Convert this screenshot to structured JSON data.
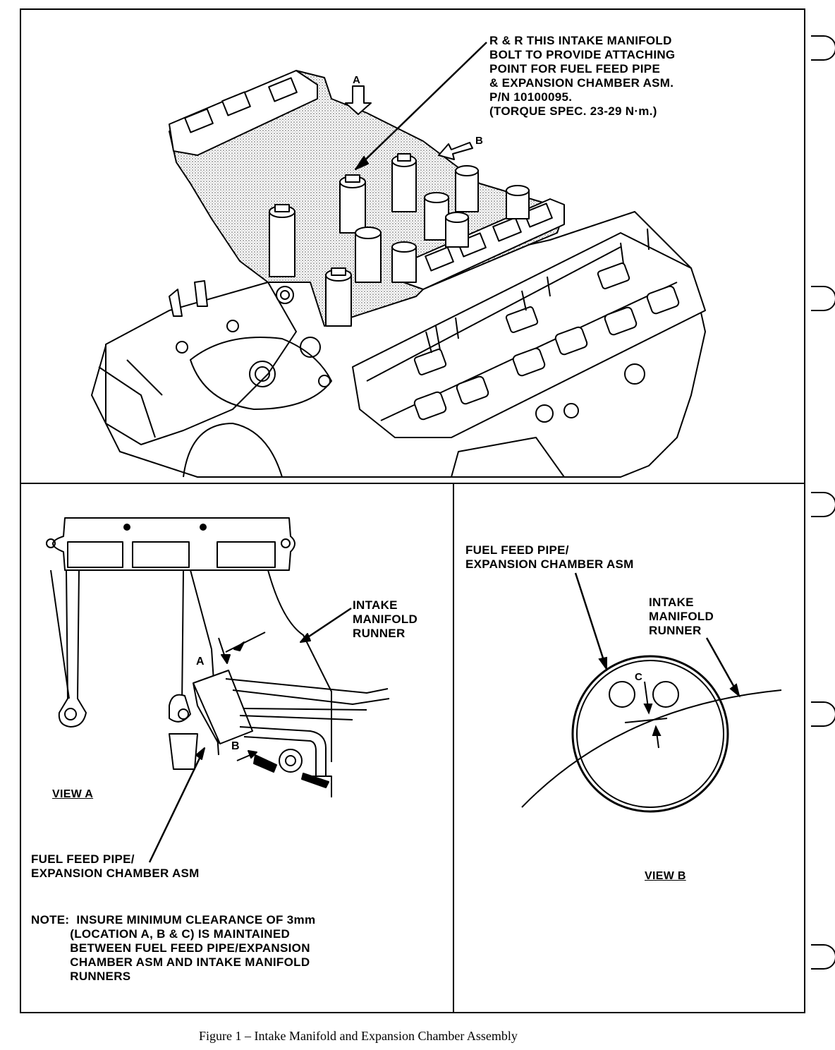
{
  "top_panel": {
    "callout_rr": "R & R THIS INTAKE MANIFOLD\nBOLT TO PROVIDE ATTACHING\nPOINT FOR FUEL FEED PIPE\n& EXPANSION CHAMBER ASM.\nP/N 10100095.\n(TORQUE SPEC. 23-29 N·m.)",
    "arrow_a": "A",
    "arrow_b": "B"
  },
  "view_a": {
    "title": "VIEW A",
    "runner_label": "INTAKE\nMANIFOLD\nRUNNER",
    "pipe_label": "FUEL FEED PIPE/\nEXPANSION CHAMBER ASM",
    "loc_a": "A",
    "loc_b": "B",
    "note": "NOTE:  INSURE MINIMUM CLEARANCE OF 3mm\n           (LOCATION A, B & C) IS MAINTAINED\n           BETWEEN FUEL FEED PIPE/EXPANSION\n           CHAMBER ASM AND INTAKE MANIFOLD\n           RUNNERS"
  },
  "view_b": {
    "title": "VIEW B",
    "pipe_label": "FUEL FEED PIPE/\nEXPANSION CHAMBER ASM",
    "runner_label": "INTAKE\nMANIFOLD\nRUNNER",
    "loc_c": "C"
  },
  "caption": "Figure 1 – Intake Manifold and Expansion Chamber Assembly"
}
